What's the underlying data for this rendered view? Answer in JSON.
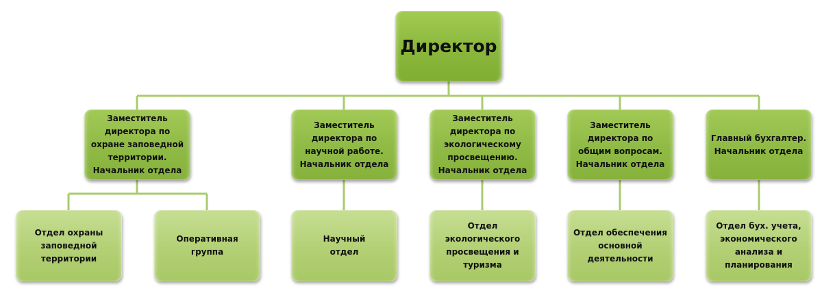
{
  "director": {
    "label": "Директор"
  },
  "deputies": [
    {
      "label": "Заместитель\nдиректора по\nохране  заповедной\nтерритории.\nНачальник отдела"
    },
    {
      "label": "Заместитель\nдиректора по\nнаучной работе.\nНачальник отдела"
    },
    {
      "label": "Заместитель\nдиректора по\nэкологическому\nпросвещению.\nНачальник отдела"
    },
    {
      "label": "Заместитель\nдиректора по\nобщим вопросам.\nНачальник отдела"
    },
    {
      "label": "Главный бухгалтер.\nНачальник отдела"
    }
  ],
  "departments": [
    {
      "label": "Отдел охраны\nзаповедной\nтерритории"
    },
    {
      "label": "Оперативная\nгруппа"
    },
    {
      "label": "Научный\nотдел"
    },
    {
      "label": "Отдел\nэкологического\nпросвещения и\nтуризма"
    },
    {
      "label": "Отдел обеспечения\nосновной\nдеятельности"
    },
    {
      "label": "Отдел бух. учета,\nэкономического\nанализа и\nпланирования"
    }
  ],
  "colors": {
    "connector": "#a8cc6c",
    "level1": "#8ab73c",
    "level3": "#b3d074"
  }
}
